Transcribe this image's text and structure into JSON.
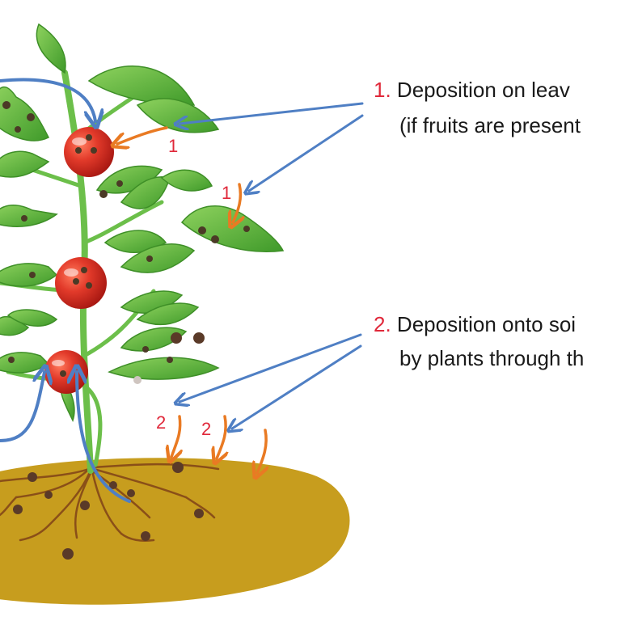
{
  "annotations": {
    "item1": {
      "number": "1.",
      "line1": "Deposition on  leav",
      "line2": "(if fruits are present"
    },
    "item2": {
      "number": "2.",
      "line1": "Deposition onto soi",
      "line2": "by plants through th"
    }
  },
  "markers": {
    "marker1a": "1",
    "marker1b": "1",
    "marker2a": "2",
    "marker2b": "2"
  },
  "colors": {
    "leaf": "#5ab43a",
    "leaf_dark": "#3e8f27",
    "stem": "#6cbf4a",
    "fruit": "#d42a22",
    "soil": "#c79d1e",
    "root": "#8a4f18",
    "particle": "#5a3a28",
    "blue_arrow": "#4f7fc4",
    "orange_arrow": "#e97a23",
    "number_red": "#e0283a"
  }
}
